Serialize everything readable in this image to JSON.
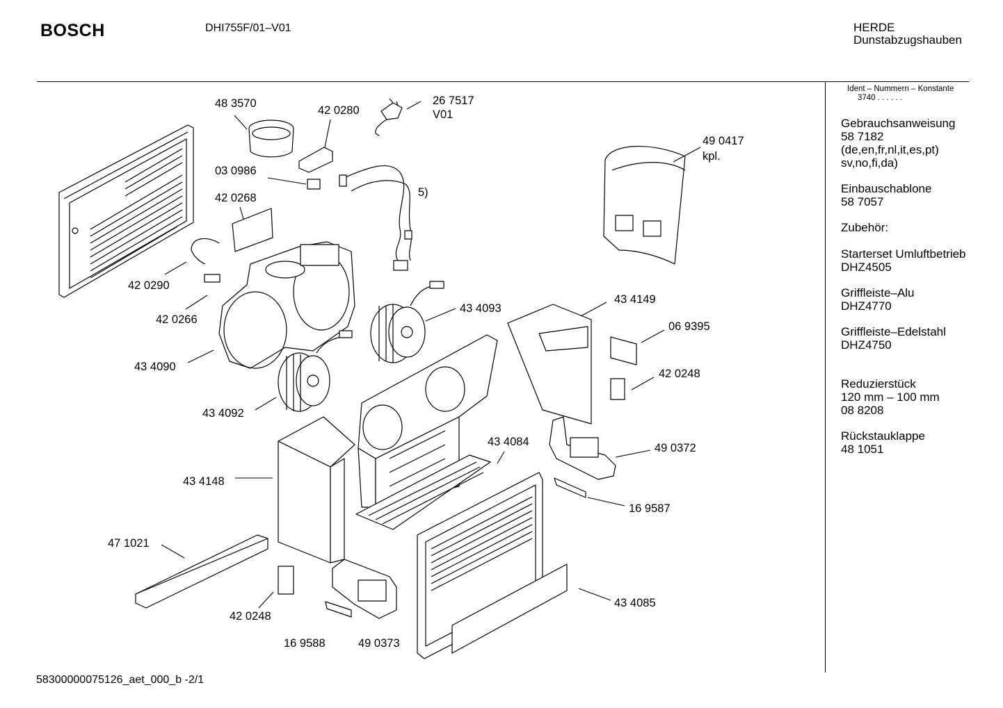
{
  "header": {
    "brand": "BOSCH",
    "model": "DHI755F/01–V01",
    "category_line1": "HERDE",
    "category_line2": "Dunstabzugshauben"
  },
  "footer": {
    "doc_id": "58300000075126_aet_000_b  -2/1"
  },
  "sidebar": {
    "ident_line1": "Ident – Nummern – Konstante",
    "ident_line2": "3740  . .    . . . .",
    "blocks": [
      {
        "lines": [
          "Gebrauchsanweisung",
          "58 7182",
          "(de,en,fr,nl,it,es,pt)",
          "sv,no,fi,da)"
        ]
      },
      {
        "lines": [
          "Einbauschablone",
          "58 7057"
        ]
      },
      {
        "lines": [
          "Zubehör:"
        ]
      },
      {
        "lines": [
          "Starterset Umluftbetrieb",
          "DHZ4505"
        ]
      },
      {
        "lines": [
          "Griffleiste–Alu",
          "DHZ4770"
        ]
      },
      {
        "lines": [
          "Griffleiste–Edelstahl",
          "DHZ4750"
        ]
      },
      {
        "lines": [
          "Reduzierstück",
          "120 mm – 100 mm",
          "08 8208"
        ]
      },
      {
        "lines": [
          "Rückstauklappe",
          "48 1051"
        ]
      }
    ]
  },
  "parts": [
    {
      "id": "p483570",
      "label": "48 3570"
    },
    {
      "id": "p420280",
      "label": "42 0280"
    },
    {
      "id": "p267517",
      "label": "26 7517"
    },
    {
      "id": "p267517b",
      "label": "V01"
    },
    {
      "id": "p030986",
      "label": "03 0986"
    },
    {
      "id": "p420268",
      "label": "42 0268"
    },
    {
      "id": "pnote5",
      "label": "5)"
    },
    {
      "id": "p490417",
      "label": "49 0417"
    },
    {
      "id": "p490417b",
      "label": "kpl."
    },
    {
      "id": "p420290",
      "label": "42 0290"
    },
    {
      "id": "p420266",
      "label": "42 0266"
    },
    {
      "id": "p434093",
      "label": "43 4093"
    },
    {
      "id": "p434149",
      "label": "43 4149"
    },
    {
      "id": "p069395",
      "label": "06 9395"
    },
    {
      "id": "p434090",
      "label": "43 4090"
    },
    {
      "id": "p420248a",
      "label": "42 0248"
    },
    {
      "id": "p434092",
      "label": "43 4092"
    },
    {
      "id": "p434084",
      "label": "43 4084"
    },
    {
      "id": "p490372",
      "label": "49 0372"
    },
    {
      "id": "p434148",
      "label": "43 4148"
    },
    {
      "id": "p169587",
      "label": "16 9587"
    },
    {
      "id": "p471021",
      "label": "47 1021"
    },
    {
      "id": "p434085",
      "label": "43 4085"
    },
    {
      "id": "p420248b",
      "label": "42 0248"
    },
    {
      "id": "p169588",
      "label": "16 9588"
    },
    {
      "id": "p490373",
      "label": "49 0373"
    }
  ]
}
